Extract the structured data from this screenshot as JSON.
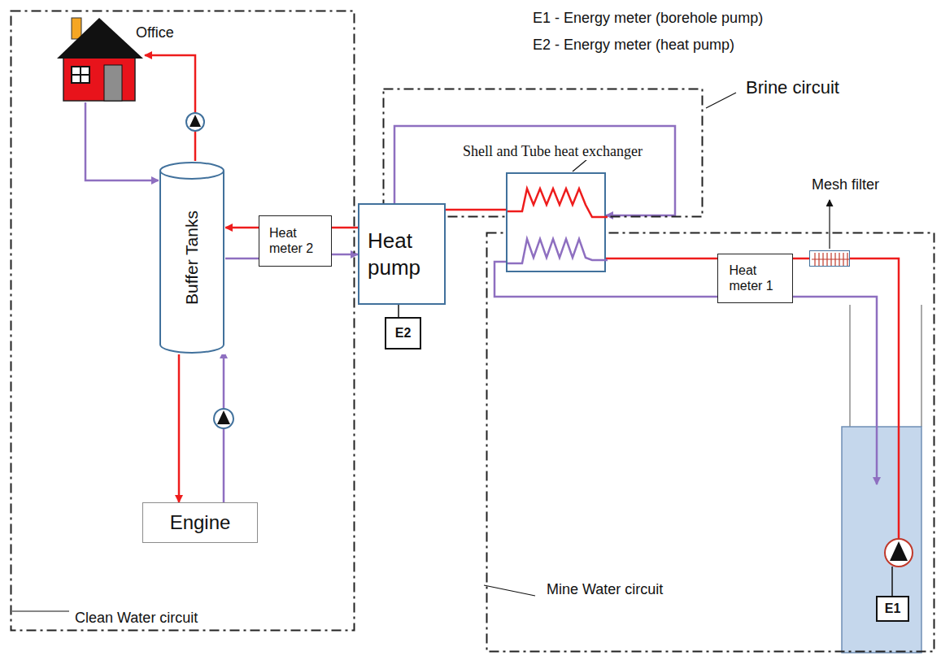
{
  "diagram": {
    "nodes": [
      {
        "text": [
          "Clean Water circuit"
        ]
      },
      {
        "text": [
          "Office"
        ],
        "in": 0
      },
      {
        "text": [
          "Buffer Tanks"
        ],
        "in": 0
      },
      {
        "text": [
          "Heat meter 2"
        ],
        "in": 0
      },
      {
        "text": [
          "Engine"
        ],
        "in": 0
      },
      {
        "text": [
          "Brine circuit"
        ]
      },
      {
        "text": [
          "Heat pump"
        ]
      },
      {
        "text": [
          "E2"
        ]
      },
      {
        "text": [
          "Shell and Tube heat exchanger"
        ]
      },
      {
        "text": [
          "Mine Water circuit"
        ]
      },
      {
        "text": [
          "Heat meter 1"
        ],
        "in": 9
      },
      {
        "text": [
          "Mesh filter"
        ],
        "in": 9
      },
      {
        "text": [
          "E1"
        ],
        "in": 9
      }
    ],
    "edges": [
      {
        "from": 2,
        "to": 1,
        "arrow": "to"
      },
      {
        "from": 1,
        "to": 2,
        "arrow": "to"
      },
      {
        "from": 3,
        "to": 2,
        "arrow": "to"
      },
      {
        "from": 2,
        "to": 3,
        "arrow": "none"
      },
      {
        "from": 6,
        "to": 3,
        "arrow": "none"
      },
      {
        "from": 3,
        "to": 6,
        "arrow": "to"
      },
      {
        "from": 2,
        "to": 4,
        "arrow": "to"
      },
      {
        "from": 4,
        "to": 2,
        "arrow": "to"
      },
      {
        "from": 6,
        "to": 7,
        "arrow": "none"
      },
      {
        "from": 8,
        "to": 6,
        "arrow": "none"
      },
      {
        "from": 6,
        "to": 8,
        "arrow": "to"
      },
      {
        "from": 8,
        "to": 10,
        "arrow": "none"
      },
      {
        "from": 11,
        "to": 10,
        "arrow": "none"
      },
      {
        "from": 8,
        "to": 10,
        "arrow": "none"
      }
    ],
    "labels": [
      "E1 - Energy meter (borehole pump)",
      "E2 - Energy meter (heat pump)"
    ]
  }
}
